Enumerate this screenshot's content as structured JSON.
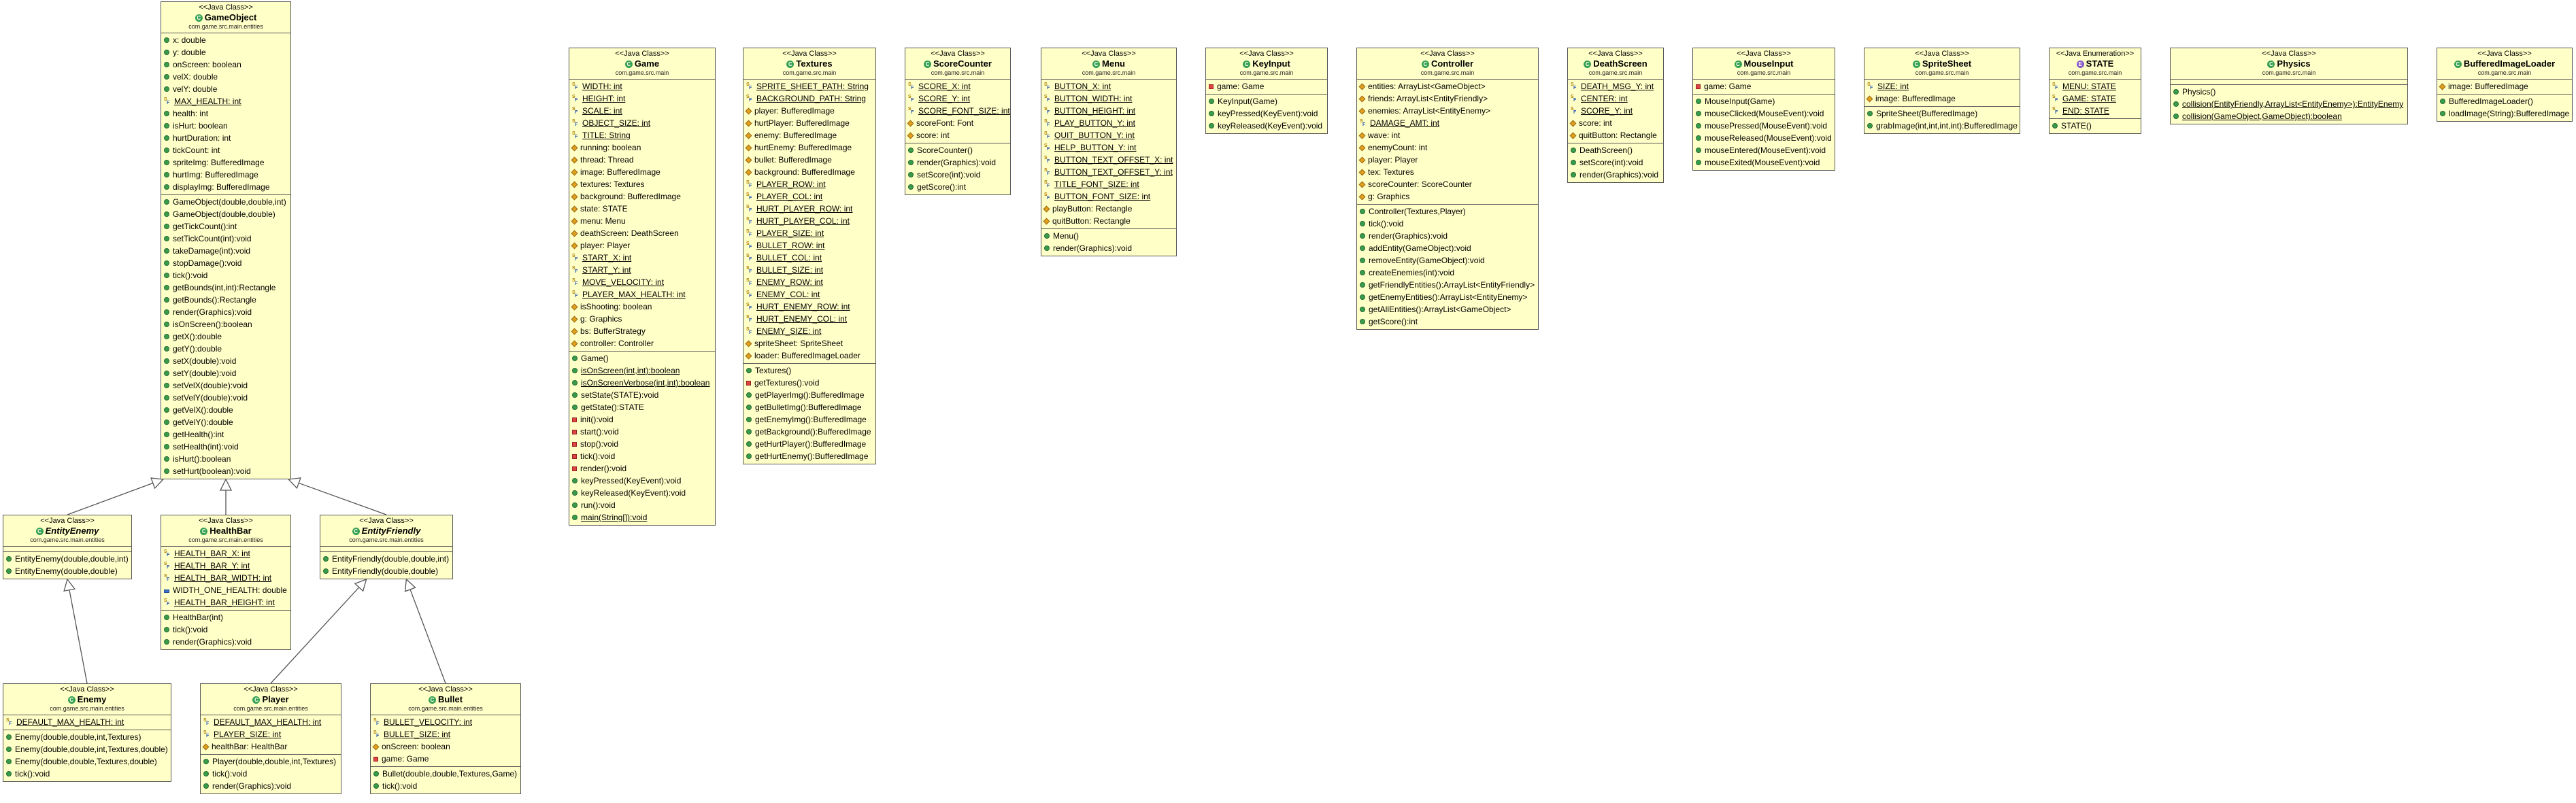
{
  "classes": [
    {
      "id": "GameObject",
      "stereotype": "<<Java Class>>",
      "name": "GameObject",
      "package": "com.game.src.main.entities",
      "abstract": false,
      "fields": [
        [
          "pub",
          "x: double"
        ],
        [
          "pub",
          "y: double"
        ],
        [
          "pub",
          "onScreen: boolean"
        ],
        [
          "pub",
          "velX: double"
        ],
        [
          "pub",
          "velY: double"
        ],
        [
          "sf",
          "MAX_HEALTH: int"
        ],
        [
          "pub",
          "health: int"
        ],
        [
          "pub",
          "isHurt: boolean"
        ],
        [
          "pub",
          "hurtDuration: int"
        ],
        [
          "pub",
          "tickCount: int"
        ],
        [
          "pub",
          "spriteImg: BufferedImage"
        ],
        [
          "pub",
          "hurtImg: BufferedImage"
        ],
        [
          "pub",
          "displayImg: BufferedImage"
        ]
      ],
      "methods": [
        [
          "ctor",
          "GameObject(double,double,int)"
        ],
        [
          "ctor",
          "GameObject(double,double)"
        ],
        [
          "pub",
          "getTickCount():int"
        ],
        [
          "pub",
          "setTickCount(int):void"
        ],
        [
          "pub",
          "takeDamage(int):void"
        ],
        [
          "pub",
          "stopDamage():void"
        ],
        [
          "pub",
          "tick():void"
        ],
        [
          "pub",
          "getBounds(int,int):Rectangle"
        ],
        [
          "pub",
          "getBounds():Rectangle"
        ],
        [
          "pub",
          "render(Graphics):void"
        ],
        [
          "pub",
          "isOnScreen():boolean"
        ],
        [
          "pub",
          "getX():double"
        ],
        [
          "pub",
          "getY():double"
        ],
        [
          "pub",
          "setX(double):void"
        ],
        [
          "pub",
          "setY(double):void"
        ],
        [
          "pub",
          "setVelX(double):void"
        ],
        [
          "pub",
          "setVelY(double):void"
        ],
        [
          "pub",
          "getVelX():double"
        ],
        [
          "pub",
          "getVelY():double"
        ],
        [
          "pub",
          "getHealth():int"
        ],
        [
          "pub",
          "setHealth(int):void"
        ],
        [
          "pub",
          "isHurt():boolean"
        ],
        [
          "pub",
          "setHurt(boolean):void"
        ]
      ]
    },
    {
      "id": "EntityEnemy",
      "stereotype": "<<Java Class>>",
      "name": "EntityEnemy",
      "package": "com.game.src.main.entities",
      "abstract": true,
      "fields": [],
      "methods": [
        [
          "ctor",
          "EntityEnemy(double,double,int)"
        ],
        [
          "ctor",
          "EntityEnemy(double,double)"
        ]
      ]
    },
    {
      "id": "HealthBar",
      "stereotype": "<<Java Class>>",
      "name": "HealthBar",
      "package": "com.game.src.main.entities",
      "abstract": false,
      "fields": [
        [
          "sf",
          "HEALTH_BAR_X: int"
        ],
        [
          "sf",
          "HEALTH_BAR_Y: int"
        ],
        [
          "sf",
          "HEALTH_BAR_WIDTH: int"
        ],
        [
          "pkgv",
          "WIDTH_ONE_HEALTH: double"
        ],
        [
          "sf",
          "HEALTH_BAR_HEIGHT: int"
        ]
      ],
      "methods": [
        [
          "ctor",
          "HealthBar(int)"
        ],
        [
          "pub",
          "tick():void"
        ],
        [
          "pub",
          "render(Graphics):void"
        ]
      ]
    },
    {
      "id": "EntityFriendly",
      "stereotype": "<<Java Class>>",
      "name": "EntityFriendly",
      "package": "com.game.src.main.entities",
      "abstract": true,
      "fields": [],
      "methods": [
        [
          "ctor",
          "EntityFriendly(double,double,int)"
        ],
        [
          "ctor",
          "EntityFriendly(double,double)"
        ]
      ]
    },
    {
      "id": "Enemy",
      "stereotype": "<<Java Class>>",
      "name": "Enemy",
      "package": "com.game.src.main.entities",
      "abstract": false,
      "fields": [
        [
          "sf",
          "DEFAULT_MAX_HEALTH: int"
        ]
      ],
      "methods": [
        [
          "ctor",
          "Enemy(double,double,int,Textures)"
        ],
        [
          "ctor",
          "Enemy(double,double,int,Textures,double)"
        ],
        [
          "ctor",
          "Enemy(double,double,Textures,double)"
        ],
        [
          "pub",
          "tick():void"
        ]
      ]
    },
    {
      "id": "Player",
      "stereotype": "<<Java Class>>",
      "name": "Player",
      "package": "com.game.src.main.entities",
      "abstract": false,
      "fields": [
        [
          "sf",
          "DEFAULT_MAX_HEALTH: int"
        ],
        [
          "sf",
          "PLAYER_SIZE: int"
        ],
        [
          "prot",
          "healthBar: HealthBar"
        ]
      ],
      "methods": [
        [
          "ctor",
          "Player(double,double,int,Textures)"
        ],
        [
          "pub",
          "tick():void"
        ],
        [
          "pub",
          "render(Graphics):void"
        ]
      ]
    },
    {
      "id": "Bullet",
      "stereotype": "<<Java Class>>",
      "name": "Bullet",
      "package": "com.game.src.main.entities",
      "abstract": false,
      "fields": [
        [
          "sf",
          "BULLET_VELOCITY: int"
        ],
        [
          "sf",
          "BULLET_SIZE: int"
        ],
        [
          "prot",
          "onScreen: boolean"
        ],
        [
          "priv",
          "game: Game"
        ]
      ],
      "methods": [
        [
          "ctor",
          "Bullet(double,double,Textures,Game)"
        ],
        [
          "pub",
          "tick():void"
        ]
      ]
    },
    {
      "id": "Game",
      "stereotype": "<<Java Class>>",
      "name": "Game",
      "package": "com.game.src.main",
      "abstract": false,
      "fields": [
        [
          "sf",
          "WIDTH: int"
        ],
        [
          "sf",
          "HEIGHT: int"
        ],
        [
          "sf",
          "SCALE: int"
        ],
        [
          "sf",
          "OBJECT_SIZE: int"
        ],
        [
          "sf",
          "TITLE: String"
        ],
        [
          "prot",
          "running: boolean"
        ],
        [
          "prot",
          "thread: Thread"
        ],
        [
          "prot",
          "image: BufferedImage"
        ],
        [
          "prot",
          "textures: Textures"
        ],
        [
          "prot",
          "background: BufferedImage"
        ],
        [
          "prot",
          "state: STATE"
        ],
        [
          "prot",
          "menu: Menu"
        ],
        [
          "prot",
          "deathScreen: DeathScreen"
        ],
        [
          "prot",
          "player: Player"
        ],
        [
          "sf",
          "START_X: int"
        ],
        [
          "sf",
          "START_Y: int"
        ],
        [
          "sf",
          "MOVE_VELOCITY: int"
        ],
        [
          "sf",
          "PLAYER_MAX_HEALTH: int"
        ],
        [
          "prot",
          "isShooting: boolean"
        ],
        [
          "prot",
          "g: Graphics"
        ],
        [
          "prot",
          "bs: BufferStrategy"
        ],
        [
          "prot",
          "controller: Controller"
        ]
      ],
      "methods": [
        [
          "ctor",
          "Game()"
        ],
        [
          "pub",
          "isOnScreen(int,int):boolean"
        ],
        [
          "pub",
          "isOnScreenVerbose(int,int):boolean"
        ],
        [
          "pub",
          "setState(STATE):void"
        ],
        [
          "pub",
          "getState():STATE"
        ],
        [
          "priv",
          "init():void"
        ],
        [
          "priv",
          "start():void"
        ],
        [
          "priv",
          "stop():void"
        ],
        [
          "priv",
          "tick():void"
        ],
        [
          "priv",
          "render():void"
        ],
        [
          "pub",
          "keyPressed(KeyEvent):void"
        ],
        [
          "pub",
          "keyReleased(KeyEvent):void"
        ],
        [
          "pub",
          "run():void"
        ],
        [
          "pub",
          "main(String[]):void"
        ]
      ]
    },
    {
      "id": "Textures",
      "stereotype": "<<Java Class>>",
      "name": "Textures",
      "package": "com.game.src.main",
      "abstract": false,
      "fields": [
        [
          "sf",
          "SPRITE_SHEET_PATH: String"
        ],
        [
          "sf",
          "BACKGROUND_PATH: String"
        ],
        [
          "prot",
          "player: BufferedImage"
        ],
        [
          "prot",
          "hurtPlayer: BufferedImage"
        ],
        [
          "prot",
          "enemy: BufferedImage"
        ],
        [
          "prot",
          "hurtEnemy: BufferedImage"
        ],
        [
          "prot",
          "bullet: BufferedImage"
        ],
        [
          "prot",
          "background: BufferedImage"
        ],
        [
          "sf",
          "PLAYER_ROW: int"
        ],
        [
          "sf",
          "PLAYER_COL: int"
        ],
        [
          "sf",
          "HURT_PLAYER_ROW: int"
        ],
        [
          "sf",
          "HURT_PLAYER_COL: int"
        ],
        [
          "sf",
          "PLAYER_SIZE: int"
        ],
        [
          "sf",
          "BULLET_ROW: int"
        ],
        [
          "sf",
          "BULLET_COL: int"
        ],
        [
          "sf",
          "BULLET_SIZE: int"
        ],
        [
          "sf",
          "ENEMY_ROW: int"
        ],
        [
          "sf",
          "ENEMY_COL: int"
        ],
        [
          "sf",
          "HURT_ENEMY_ROW: int"
        ],
        [
          "sf",
          "HURT_ENEMY_COL: int"
        ],
        [
          "sf",
          "ENEMY_SIZE: int"
        ],
        [
          "prot",
          "spriteSheet: SpriteSheet"
        ],
        [
          "prot",
          "loader: BufferedImageLoader"
        ]
      ],
      "methods": [
        [
          "ctor",
          "Textures()"
        ],
        [
          "priv",
          "getTextures():void"
        ],
        [
          "pub",
          "getPlayerImg():BufferedImage"
        ],
        [
          "pub",
          "getBulletImg():BufferedImage"
        ],
        [
          "pub",
          "getEnemyImg():BufferedImage"
        ],
        [
          "pub",
          "getBackground():BufferedImage"
        ],
        [
          "pub",
          "getHurtPlayer():BufferedImage"
        ],
        [
          "pub",
          "getHurtEnemy():BufferedImage"
        ]
      ]
    },
    {
      "id": "ScoreCounter",
      "stereotype": "<<Java Class>>",
      "name": "ScoreCounter",
      "package": "com.game.src.main",
      "abstract": false,
      "fields": [
        [
          "sf",
          "SCORE_X: int"
        ],
        [
          "sf",
          "SCORE_Y: int"
        ],
        [
          "sf",
          "SCORE_FONT_SIZE: int"
        ],
        [
          "prot",
          "scoreFont: Font"
        ],
        [
          "prot",
          "score: int"
        ]
      ],
      "methods": [
        [
          "ctor",
          "ScoreCounter()"
        ],
        [
          "pub",
          "render(Graphics):void"
        ],
        [
          "pub",
          "setScore(int):void"
        ],
        [
          "pub",
          "getScore():int"
        ]
      ]
    },
    {
      "id": "Menu",
      "stereotype": "<<Java Class>>",
      "name": "Menu",
      "package": "com.game.src.main",
      "abstract": false,
      "fields": [
        [
          "sf",
          "BUTTON_X: int"
        ],
        [
          "sf",
          "BUTTON_WIDTH: int"
        ],
        [
          "sf",
          "BUTTON_HEIGHT: int"
        ],
        [
          "sf",
          "PLAY_BUTTON_Y: int"
        ],
        [
          "sf",
          "QUIT_BUTTON_Y: int"
        ],
        [
          "sf",
          "HELP_BUTTON_Y: int"
        ],
        [
          "sf",
          "BUTTON_TEXT_OFFSET_X: int"
        ],
        [
          "sf",
          "BUTTON_TEXT_OFFSET_Y: int"
        ],
        [
          "sf",
          "TITLE_FONT_SIZE: int"
        ],
        [
          "sf",
          "BUTTON_FONT_SIZE: int"
        ],
        [
          "prot",
          "playButton: Rectangle"
        ],
        [
          "prot",
          "quitButton: Rectangle"
        ]
      ],
      "methods": [
        [
          "ctor",
          "Menu()"
        ],
        [
          "pub",
          "render(Graphics):void"
        ]
      ]
    },
    {
      "id": "KeyInput",
      "stereotype": "<<Java Class>>",
      "name": "KeyInput",
      "package": "com.game.src.main",
      "abstract": false,
      "fields": [
        [
          "priv",
          "game: Game"
        ]
      ],
      "methods": [
        [
          "ctor",
          "KeyInput(Game)"
        ],
        [
          "pub",
          "keyPressed(KeyEvent):void"
        ],
        [
          "pub",
          "keyReleased(KeyEvent):void"
        ]
      ]
    },
    {
      "id": "Controller",
      "stereotype": "<<Java Class>>",
      "name": "Controller",
      "package": "com.game.src.main",
      "abstract": false,
      "fields": [
        [
          "prot",
          "entities: ArrayList<GameObject>"
        ],
        [
          "prot",
          "friends: ArrayList<EntityFriendly>"
        ],
        [
          "prot",
          "enemies: ArrayList<EntityEnemy>"
        ],
        [
          "sf",
          "DAMAGE_AMT: int"
        ],
        [
          "prot",
          "wave: int"
        ],
        [
          "prot",
          "enemyCount: int"
        ],
        [
          "prot",
          "player: Player"
        ],
        [
          "prot",
          "tex: Textures"
        ],
        [
          "prot",
          "scoreCounter: ScoreCounter"
        ],
        [
          "prot",
          "g: Graphics"
        ]
      ],
      "methods": [
        [
          "ctor",
          "Controller(Textures,Player)"
        ],
        [
          "pub",
          "tick():void"
        ],
        [
          "pub",
          "render(Graphics):void"
        ],
        [
          "pub",
          "addEntity(GameObject):void"
        ],
        [
          "pub",
          "removeEntity(GameObject):void"
        ],
        [
          "pub",
          "createEnemies(int):void"
        ],
        [
          "pub",
          "getFriendlyEntities():ArrayList<EntityFriendly>"
        ],
        [
          "pub",
          "getEnemyEntities():ArrayList<EntityEnemy>"
        ],
        [
          "pub",
          "getAllEntities():ArrayList<GameObject>"
        ],
        [
          "pub",
          "getScore():int"
        ]
      ]
    },
    {
      "id": "DeathScreen",
      "stereotype": "<<Java Class>>",
      "name": "DeathScreen",
      "package": "com.game.src.main",
      "abstract": false,
      "fields": [
        [
          "sf",
          "DEATH_MSG_Y: int"
        ],
        [
          "sf",
          "CENTER: int"
        ],
        [
          "sf",
          "SCORE_Y: int"
        ],
        [
          "prot",
          "score: int"
        ],
        [
          "prot",
          "quitButton: Rectangle"
        ]
      ],
      "methods": [
        [
          "ctor",
          "DeathScreen()"
        ],
        [
          "pub",
          "setScore(int):void"
        ],
        [
          "pub",
          "render(Graphics):void"
        ]
      ]
    },
    {
      "id": "MouseInput",
      "stereotype": "<<Java Class>>",
      "name": "MouseInput",
      "package": "com.game.src.main",
      "abstract": false,
      "fields": [
        [
          "priv",
          "game: Game"
        ]
      ],
      "methods": [
        [
          "ctor",
          "MouseInput(Game)"
        ],
        [
          "pub",
          "mouseClicked(MouseEvent):void"
        ],
        [
          "pub",
          "mousePressed(MouseEvent):void"
        ],
        [
          "pub",
          "mouseReleased(MouseEvent):void"
        ],
        [
          "pub",
          "mouseEntered(MouseEvent):void"
        ],
        [
          "pub",
          "mouseExited(MouseEvent):void"
        ]
      ]
    },
    {
      "id": "SpriteSheet",
      "stereotype": "<<Java Class>>",
      "name": "SpriteSheet",
      "package": "com.game.src.main",
      "abstract": false,
      "fields": [
        [
          "sf",
          "SIZE: int"
        ],
        [
          "prot",
          "image: BufferedImage"
        ]
      ],
      "methods": [
        [
          "ctor",
          "SpriteSheet(BufferedImage)"
        ],
        [
          "pub",
          "grabImage(int,int,int,int):BufferedImage"
        ]
      ]
    },
    {
      "id": "STATE",
      "stereotype": "<<Java Enumeration>>",
      "name": "STATE",
      "package": "com.game.src.main",
      "abstract": false,
      "enum": true,
      "fields": [
        [
          "sf",
          "MENU: STATE"
        ],
        [
          "sf",
          "GAME: STATE"
        ],
        [
          "sf",
          "END: STATE"
        ]
      ],
      "methods": [
        [
          "ctor",
          "STATE()"
        ]
      ]
    },
    {
      "id": "Physics",
      "stereotype": "<<Java Class>>",
      "name": "Physics",
      "package": "com.game.src.main",
      "abstract": false,
      "fields": [],
      "methods": [
        [
          "ctor",
          "Physics()"
        ],
        [
          "pub",
          "collision(EntityFriendly,ArrayList<EntityEnemy>):EntityEnemy"
        ],
        [
          "pub",
          "collision(GameObject,GameObject):boolean"
        ]
      ]
    },
    {
      "id": "BufferedImageLoader",
      "stereotype": "<<Java Class>>",
      "name": "BufferedImageLoader",
      "package": "com.game.src.main",
      "abstract": false,
      "fields": [
        [
          "prot",
          "image: BufferedImage"
        ]
      ],
      "methods": [
        [
          "ctor",
          "BufferedImageLoader()"
        ],
        [
          "pub",
          "loadImage(String):BufferedImage"
        ]
      ]
    }
  ],
  "static_members": {
    "Game": [
      "WIDTH: int",
      "HEIGHT: int",
      "SCALE: int",
      "OBJECT_SIZE: int",
      "START_X: int",
      "START_Y: int",
      "MOVE_VELOCITY: int",
      "PLAYER_MAX_HEALTH: int",
      "isOnScreen(int,int):boolean",
      "isOnScreenVerbose(int,int):boolean",
      "main(String[]):void"
    ],
    "Physics": [
      "collision(EntityFriendly,ArrayList<EntityEnemy>):EntityEnemy",
      "collision(GameObject,GameObject):boolean"
    ]
  },
  "inheritance": [
    [
      "EntityEnemy",
      "GameObject"
    ],
    [
      "HealthBar",
      "GameObject"
    ],
    [
      "EntityFriendly",
      "GameObject"
    ],
    [
      "Enemy",
      "EntityEnemy"
    ],
    [
      "Player",
      "EntityFriendly"
    ],
    [
      "Bullet",
      "EntityFriendly"
    ]
  ],
  "colors": {
    "class_fill": "#ffffc8",
    "border": "#555555",
    "arrow": "#555555",
    "public": "#3a9c4b",
    "private": "#d44444",
    "protected": "#e0a020"
  }
}
